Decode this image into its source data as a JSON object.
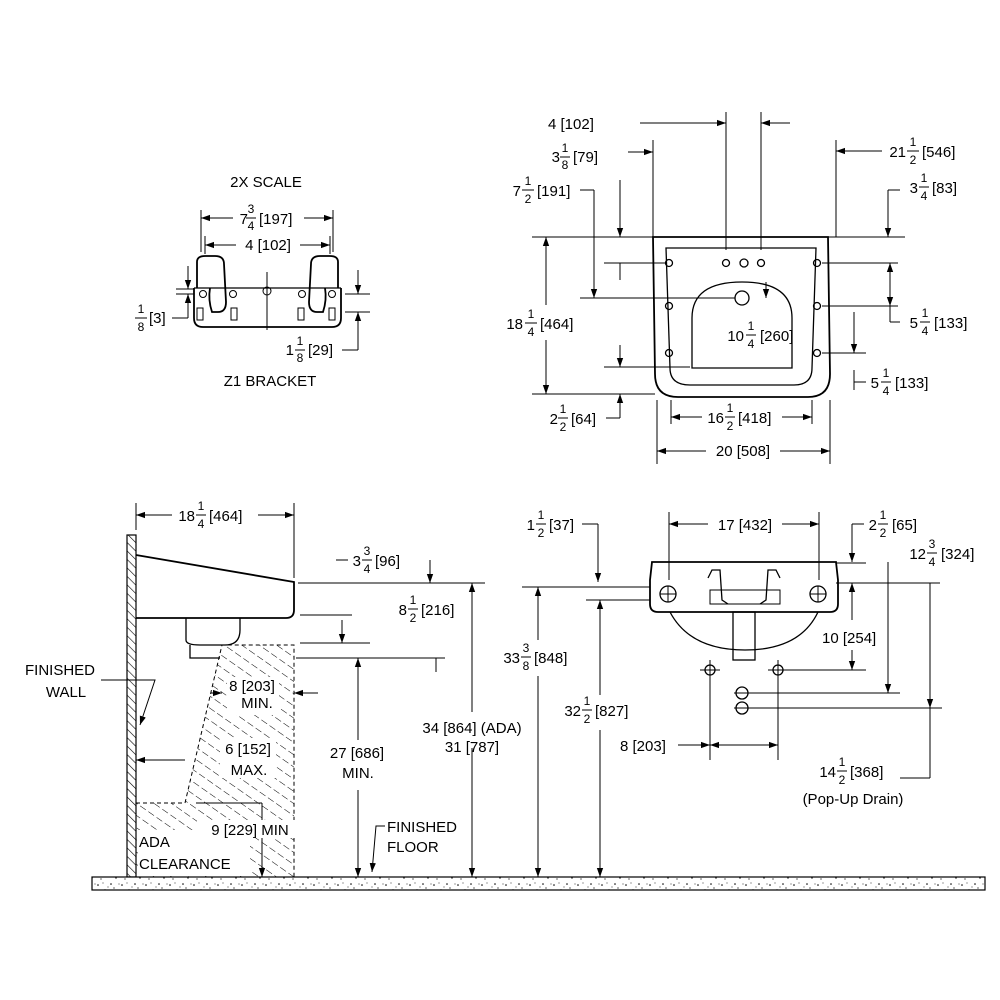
{
  "z1_bracket": {
    "scale_note": "2X SCALE",
    "title": "Z1 BRACKET",
    "dims": {
      "overall_width": {
        "whole": "7",
        "num": "3",
        "den": "4",
        "mm": "[197]"
      },
      "hole_spacing": "4 [102]",
      "thickness": {
        "whole": "",
        "num": "1",
        "den": "8",
        "mm": "[3]"
      },
      "hook_height": {
        "whole": "1",
        "num": "1",
        "den": "8",
        "mm": "[29]"
      }
    }
  },
  "top_view": {
    "dims": {
      "faucet_spacing": "4 [102]",
      "top_faucet": {
        "whole": "3",
        "num": "1",
        "den": "8",
        "mm": "[79]"
      },
      "top_drain": {
        "whole": "7",
        "num": "1",
        "den": "2",
        "mm": "[191]"
      },
      "depth": {
        "whole": "18",
        "num": "1",
        "den": "4",
        "mm": "[464]"
      },
      "bottom_offset": {
        "whole": "2",
        "num": "1",
        "den": "2",
        "mm": "[64]"
      },
      "overall_right": {
        "whole": "21",
        "num": "1",
        "den": "2",
        "mm": "[546]"
      },
      "right_top": {
        "whole": "3",
        "num": "1",
        "den": "4",
        "mm": "[83]"
      },
      "mount_spacing_a": {
        "whole": "5",
        "num": "1",
        "den": "4",
        "mm": "[133]"
      },
      "mount_spacing_b": {
        "whole": "5",
        "num": "1",
        "den": "4",
        "mm": "[133]"
      },
      "bowl_depth": {
        "whole": "10",
        "num": "1",
        "den": "4",
        "mm": "[260]"
      },
      "bowl_width": {
        "whole": "16",
        "num": "1",
        "den": "2",
        "mm": "[418]"
      },
      "overall_width": "20 [508]"
    }
  },
  "side_view": {
    "labels": {
      "finished_wall_1": "FINISHED",
      "finished_wall_2": "WALL",
      "finished_floor_1": "FINISHED",
      "finished_floor_2": "FLOOR",
      "ada_clearance_1": "ADA",
      "ada_clearance_2": "CLEARANCE"
    },
    "dims": {
      "projection": {
        "whole": "18",
        "num": "1",
        "den": "4",
        "mm": "[464]"
      },
      "rim_drop": {
        "whole": "3",
        "num": "3",
        "den": "4",
        "mm": "[96]"
      },
      "apron": {
        "whole": "8",
        "num": "1",
        "den": "2",
        "mm": "[216]"
      },
      "knee_depth": "8 [203]",
      "knee_depth_min": "MIN.",
      "toe_depth": "6 [152]",
      "toe_depth_max": "MAX.",
      "knee_height": "27 [686]",
      "knee_height_min": "MIN.",
      "toe_height": "9 [229] MIN",
      "rim_height_ada": "34 [864] (ADA)",
      "rim_height_std": "31 [787]"
    }
  },
  "front_view": {
    "dims": {
      "rim_thickness": {
        "whole": "1",
        "num": "1",
        "den": "2",
        "mm": "[37]"
      },
      "bracket_spacing": "17 [432]",
      "right_offset": {
        "whole": "2",
        "num": "1",
        "den": "2",
        "mm": "[65]"
      },
      "supply_drop": {
        "whole": "12",
        "num": "3",
        "den": "4",
        "mm": "[324]"
      },
      "overall_height": {
        "whole": "33",
        "num": "3",
        "den": "8",
        "mm": "[848]"
      },
      "bracket_height": {
        "whole": "32",
        "num": "1",
        "den": "2",
        "mm": "[827]"
      },
      "supply_height": "10 [254]",
      "supply_spacing": "8 [203]",
      "drain_drop": {
        "whole": "14",
        "num": "1",
        "den": "2",
        "mm": "[368]"
      },
      "drain_note": "(Pop-Up Drain)"
    }
  }
}
